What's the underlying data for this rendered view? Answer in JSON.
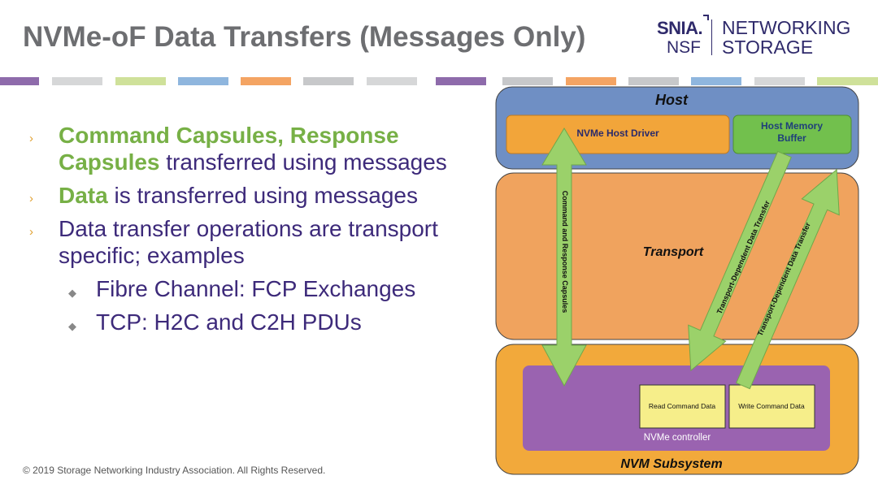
{
  "title": "NVMe-oF Data Transfers (Messages Only)",
  "logo": {
    "snia": "SNIA.",
    "nsf": "NSF",
    "line1": "NETWORKING",
    "line2": "STORAGE"
  },
  "stripe_colors": [
    "#8e6bab",
    "#d6d7d8",
    "#cfe19a",
    "#8fb6de",
    "#f4a463",
    "#c7c8ca",
    "#d6d7d8",
    "#8e6bab",
    "#c7c8ca",
    "#f4a463",
    "#c7c8ca",
    "#8fb6de",
    "#d6d7d8",
    "#cfe19a"
  ],
  "bullets": {
    "b1_green": "Command Capsules, Response Capsules",
    "b1_rest": " transferred using messages",
    "b2_green": "Data",
    "b2_rest": " is transferred using messages",
    "b3": "Data transfer operations are transport specific; examples",
    "sub1": "Fibre Channel: FCP Exchanges",
    "sub2": "TCP: H2C and C2H PDUs"
  },
  "diagram": {
    "host": "Host",
    "host_driver": "NVMe Host Driver",
    "host_memory_1": "Host Memory",
    "host_memory_2": "Buffer",
    "transport": "Transport",
    "subsystem": "NVM Subsystem",
    "controller": "NVMe controller",
    "read_cmd": "Read Command Data",
    "write_cmd": "Write Command Data",
    "arrow_capsules": "Command and Response Capsules",
    "arrow_data1": "Transport-Dependent Data Transfer",
    "arrow_data2": "Transport-Dependent Data Transfer"
  },
  "footer": "© 2019 Storage Networking Industry Association. All Rights Reserved.",
  "colors": {
    "host": "#6f8fc4",
    "transport": "#f0a35e",
    "subsystem": "#f2a93b",
    "controller": "#9a63b0",
    "driver": "#f2a53a",
    "memory": "#72c04d",
    "arrow": "#9bd16a",
    "cmd_box": "#f6ee8a"
  }
}
